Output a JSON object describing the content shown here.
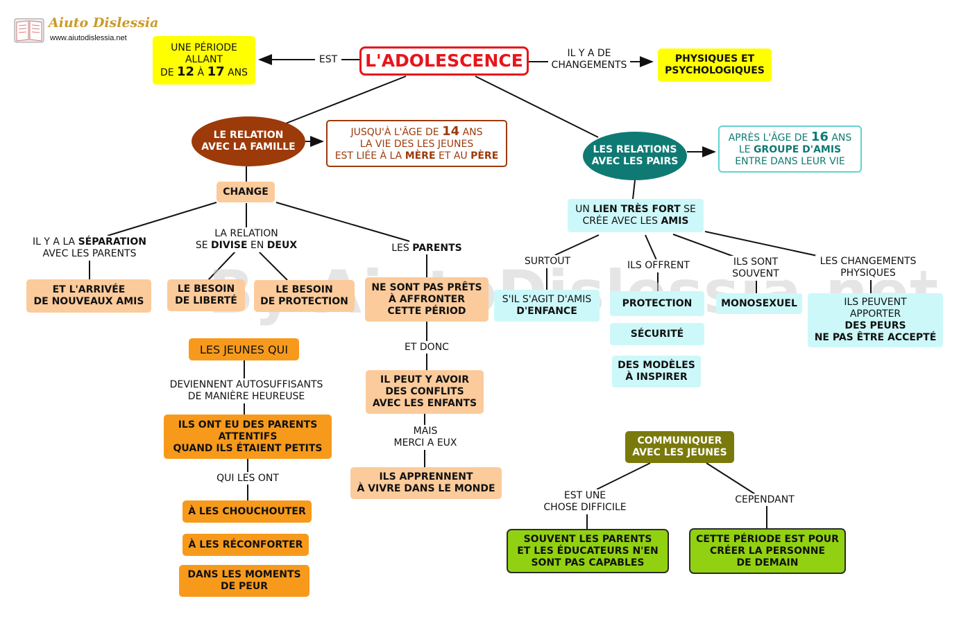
{
  "logo": {
    "name": "Aiuto Dislessia",
    "url": "www.aiutodislessia.net"
  },
  "watermark": "By AiutoDislessia.net",
  "nodes": {
    "title": "L'ADOLESCENCE",
    "periode": {
      "l1": "UNE PÉRIODE",
      "l2": "ALLANT",
      "de": "DE ",
      "n12": "12",
      "a": " À ",
      "n17": "17",
      "ans": " ANS"
    },
    "physiques": {
      "l1": "PHYSIQUES ET",
      "l2": "PSYCHOLOGIQUES"
    },
    "famille": {
      "l1": "LE RELATION",
      "l2": "AVEC LA FAMILLE"
    },
    "jusqua": {
      "a": "JUSQU'À L'ÂGE DE ",
      "n": "14",
      "b": " ANS",
      "l2": "LA VIE DES LES JEUNES",
      "c": "EST LIÉE À LA ",
      "mere": "MÈRE",
      "d": " ET AU ",
      "pere": "PÈRE"
    },
    "pairs": {
      "l1": "LES RELATIONS",
      "l2": "AVEC LES PAIRS"
    },
    "apres": {
      "a": "APRÈS L'ÂGE DE ",
      "n": "16",
      "b": " ANS",
      "c": "LE ",
      "groupe": "GROUPE D'AMIS",
      "l3": "ENTRE DANS LEUR VIE"
    },
    "change": "CHANGE",
    "arrivee": {
      "l1": "ET L'ARRIVÉE",
      "l2": "DE NOUVEAUX AMIS"
    },
    "liberte": {
      "l1": "LE BESOIN",
      "l2": "DE LIBERTÉ"
    },
    "protection_need": {
      "l1": "LE BESOIN",
      "l2": "DE PROTECTION"
    },
    "prets": {
      "l1": "NE SONT PAS PRÊTS",
      "l2": "À AFFRONTER",
      "l3": "CETTE PÉRIOD"
    },
    "jeunes_qui": "LES JEUNES QUI",
    "attentifs": {
      "l1": "ILS ONT EU DES PARENTS",
      "l2": "ATTENTIFS",
      "l3": "QUAND ILS ÉTAIENT PETITS"
    },
    "chouchouter": "À LES CHOUCHOUTER",
    "reconforter": "À LES RÉCONFORTER",
    "peur": {
      "l1": "DANS LES MOMENTS",
      "l2": "DE PEUR"
    },
    "conflits": {
      "l1": "IL PEUT Y AVOIR",
      "l2": "DES CONFLITS",
      "l3": "AVEC LES ENFANTS"
    },
    "apprennent": {
      "l1": "ILS APPRENNENT",
      "l2": "À VIVRE DANS LE MONDE"
    },
    "lien": {
      "a": "UN ",
      "b": "LIEN TRÈS FORT",
      "c": " SE",
      "d": "CRÉE AVEC LES ",
      "e": "AMIS"
    },
    "enfance": {
      "l1": "S'IL S'AGIT D'AMIS",
      "l2": "D'ENFANCE"
    },
    "protection2": "PROTECTION",
    "securite": "SÉCURITÉ",
    "modeles": {
      "l1": "DES MODÈLES",
      "l2": "À INSPIRER"
    },
    "monosexuel": "MONOSEXUEL",
    "peurs": {
      "l1": "ILS PEUVENT",
      "l2": "APPORTER",
      "l3": "DES PEURS",
      "l4": "NE PAS ÊTRE ACCEPTÉ"
    },
    "communiquer": {
      "l1": "COMMUNIQUER",
      "l2": "AVEC LES JEUNES"
    },
    "capables": {
      "l1": "SOUVENT LES PARENTS",
      "l2": "ET LES ÉDUCATEURS N'EN",
      "l3": "SONT PAS CAPABLES"
    },
    "demain": {
      "l1": "CETTE PÉRIODE EST POUR",
      "l2": "CRÉER LA PERSONNE",
      "l3": "DE DEMAIN"
    }
  },
  "links": {
    "est": "EST",
    "ilyade": {
      "l1": "IL Y A DE",
      "l2": "CHANGEMENTS"
    },
    "separation": {
      "a": "IL Y A LA ",
      "b": "SÉPARATION",
      "l2": "AVEC LES PARENTS"
    },
    "divise": {
      "l1": "LA RELATION",
      "a": "SE ",
      "b": "DIVISE",
      "c": " EN ",
      "d": "DEUX"
    },
    "parents": {
      "a": "LES ",
      "b": "PARENTS"
    },
    "deviennent": {
      "l1": "DEVIENNENT AUTOSUFFISANTS",
      "l2": "DE MANIÈRE HEUREUSE"
    },
    "quilesont": "QUI LES ONT",
    "etdonc": "ET DONC",
    "mais": {
      "l1": "MAIS",
      "l2": "MERCI A EUX"
    },
    "surtout": "SURTOUT",
    "offrent": "ILS  OFFRENT",
    "souvent": {
      "l1": "ILS SONT",
      "l2": "SOUVENT"
    },
    "changements": {
      "l1": "LES CHANGEMENTS",
      "l2": "PHYSIQUES"
    },
    "difficile": {
      "l1": "EST UNE",
      "l2": "CHOSE DIFFICILE"
    },
    "cependant": "CEPENDANT"
  },
  "colors": {
    "title_border": "#e8141b",
    "famille": "#9c3a0a",
    "pairs": "#0f7a73",
    "communiquer": "#7a7a0c",
    "peach": "#fbcb9c",
    "orange": "#f79a1c",
    "cyan": "#cdf8f9",
    "yellow": "#ffff00",
    "green": "#92d112"
  }
}
